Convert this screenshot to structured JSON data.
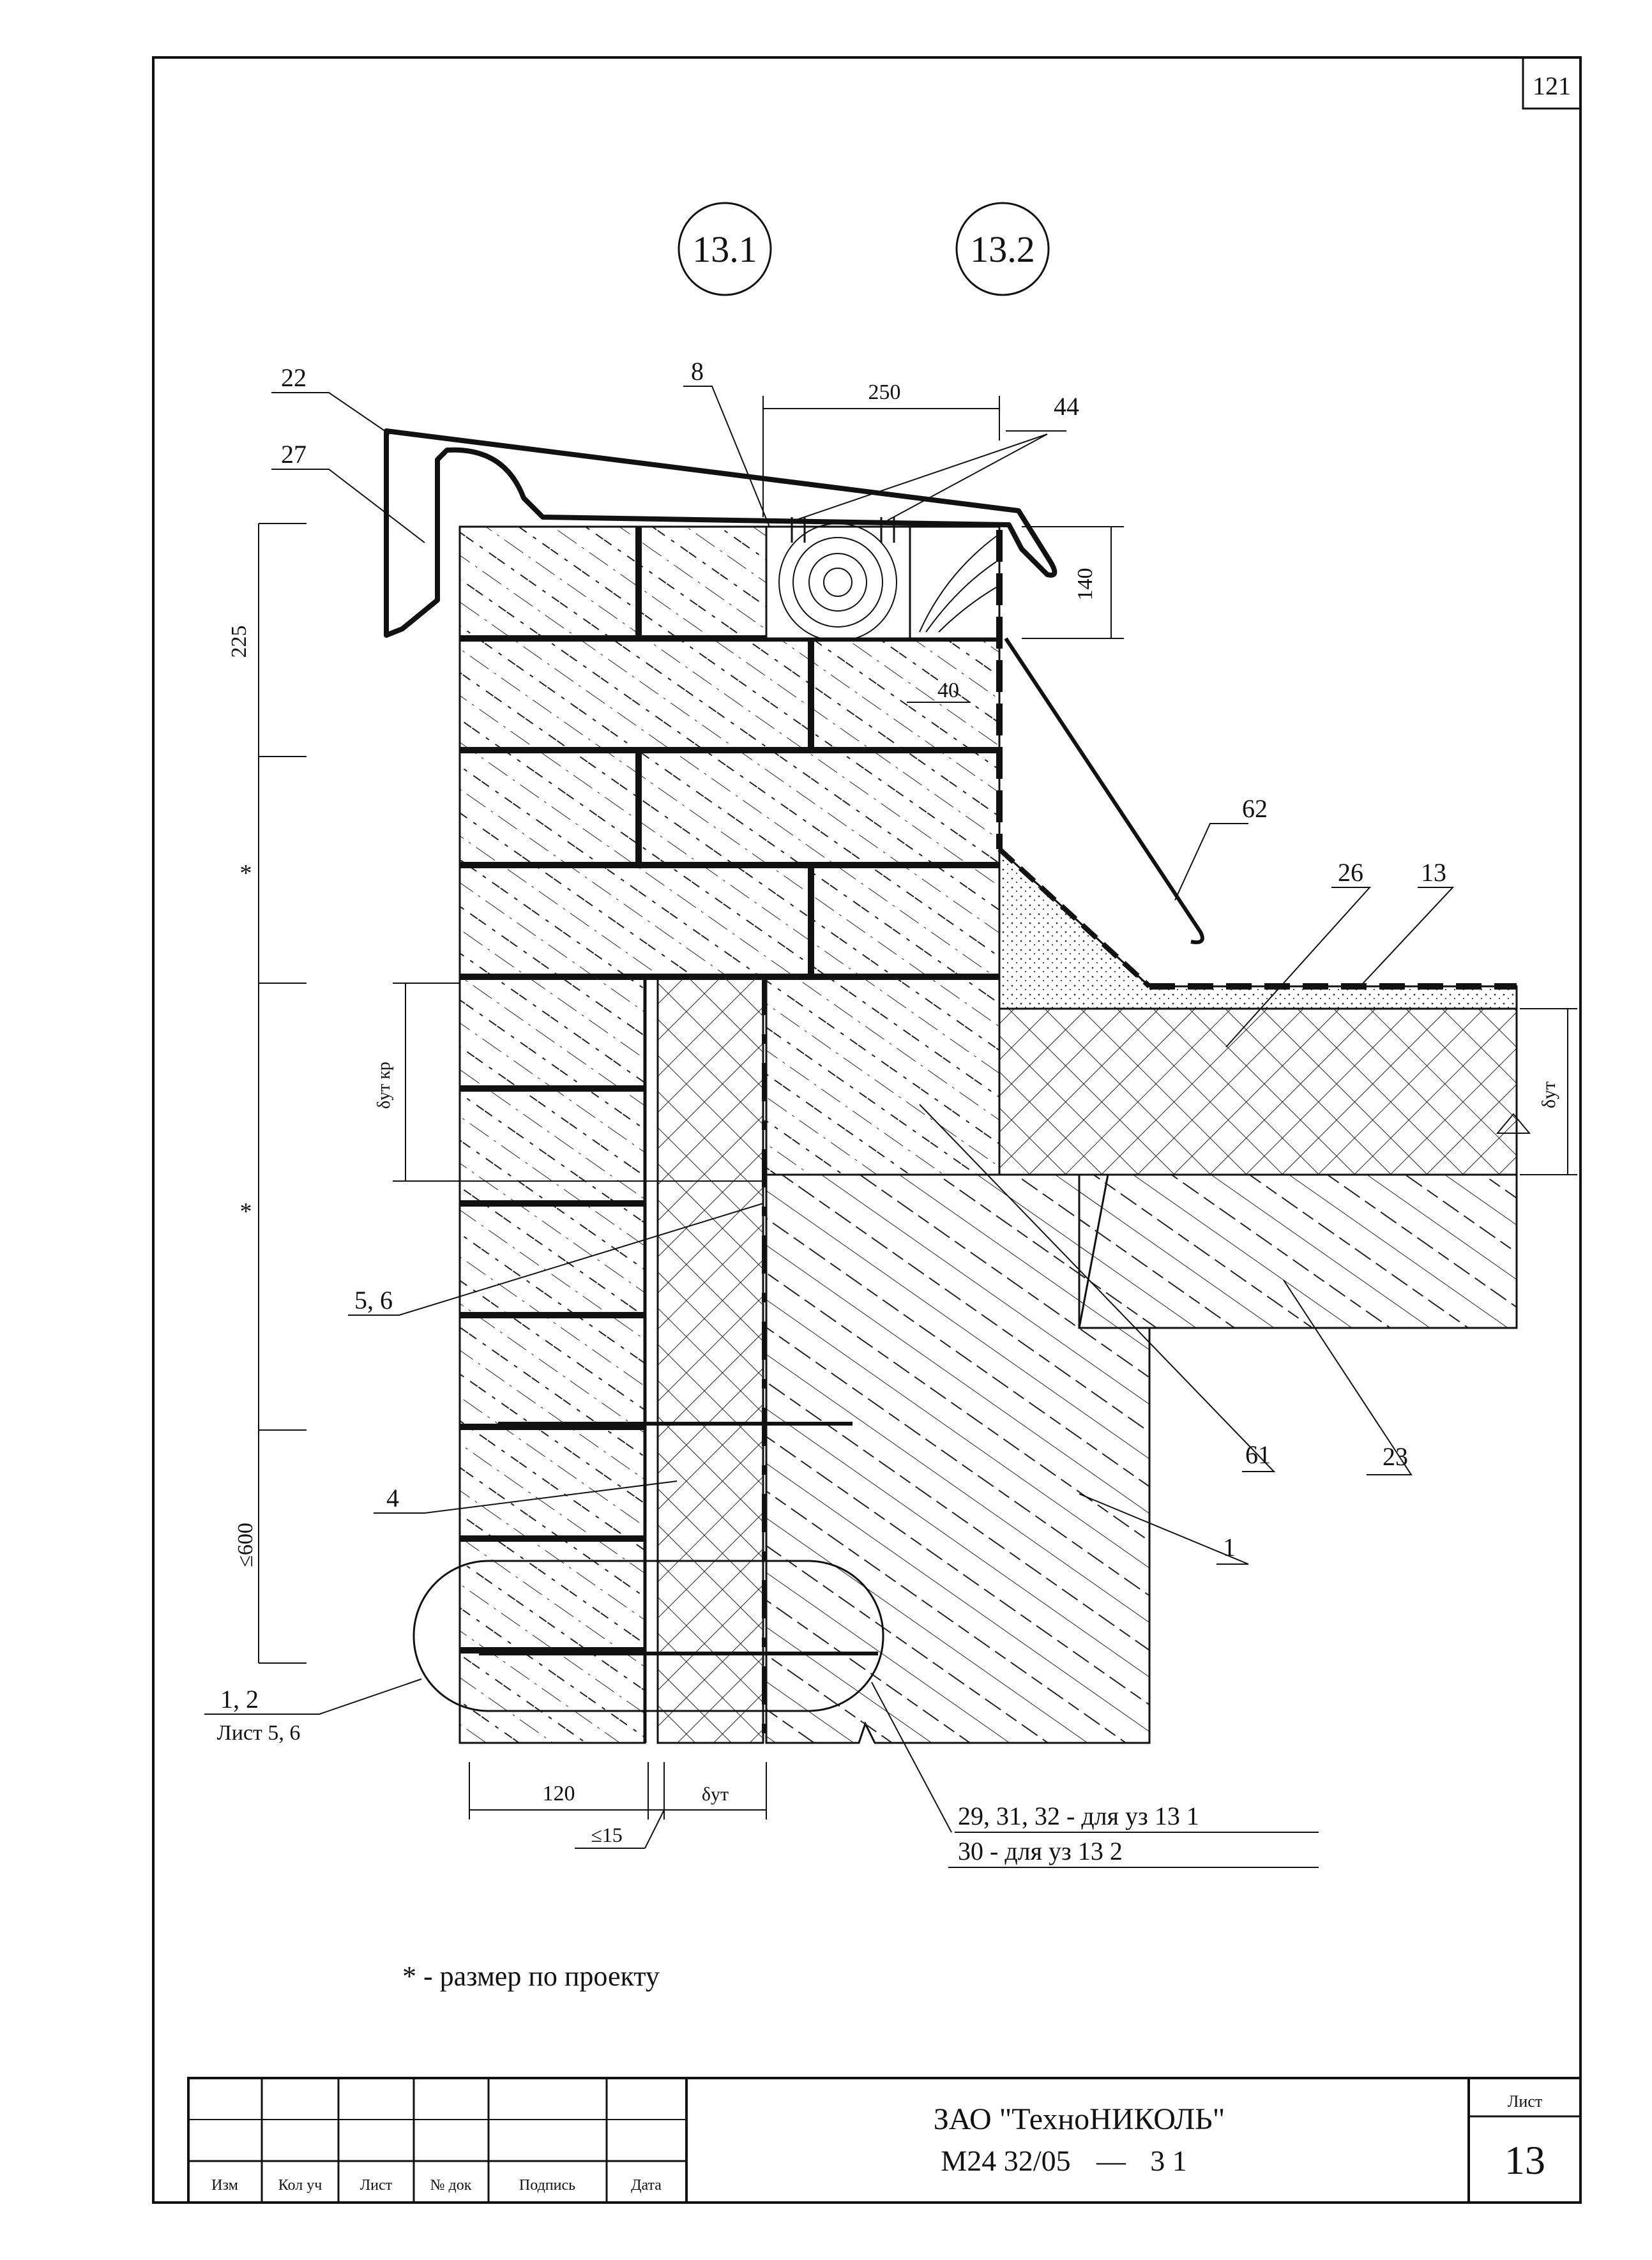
{
  "sheet_corner_number": "121",
  "node_markers": [
    "13.1",
    "13.2"
  ],
  "dimensions": {
    "width_250": "250",
    "height_140": "140",
    "offset_40": "40",
    "height_225": "225",
    "star_upper": "*",
    "star_lower": "*",
    "delta_ut_kr": "δут кр",
    "max_600": "≤600",
    "brick_120": "120",
    "delta_ut_bottom": "δут",
    "max_15": "≤15",
    "delta_ut_right": "δут"
  },
  "callouts": {
    "c22": "22",
    "c27": "27",
    "c8": "8",
    "c44": "44",
    "c62": "62",
    "c26": "26",
    "c13": "13",
    "c56": "5, 6",
    "c61": "61",
    "c23": "23",
    "c4": "4",
    "c1": "1",
    "c12": "1, 2",
    "c12_sheet": "Лист 5, 6",
    "c29_line1": "29, 31, 32 - для уз 13 1",
    "c30_line2": "30 - для уз 13 2"
  },
  "footnote": "* - размер по проекту",
  "title_block": {
    "company": "ЗАО \"ТехноНИКОЛЬ\"",
    "doc_code": "М24 32/05",
    "dash": "—",
    "sheet_num_code": "3 1",
    "columns": [
      "Изм",
      "Кол уч",
      "Лист",
      "№ док",
      "Подпись",
      "Дата"
    ],
    "sheet_label": "Лист",
    "sheet_value": "13"
  }
}
